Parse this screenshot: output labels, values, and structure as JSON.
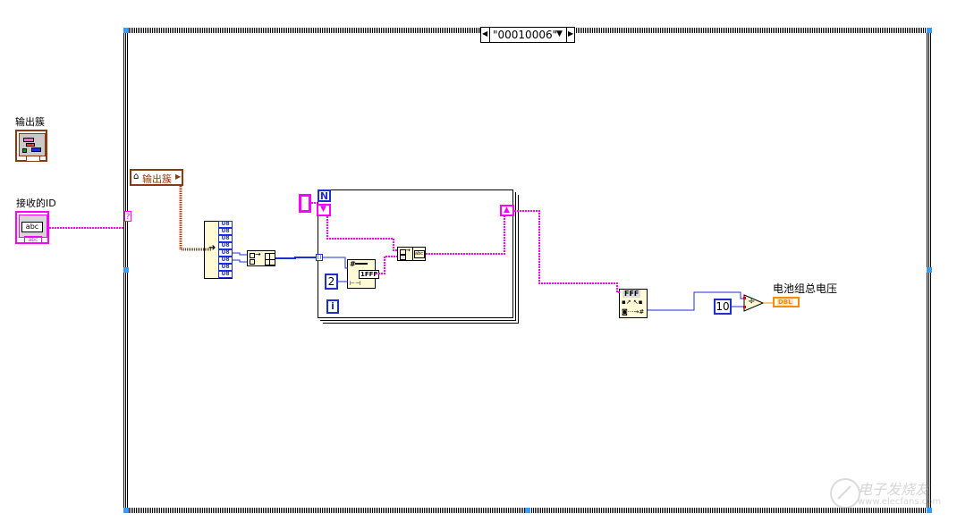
{
  "controls": {
    "cluster_label": "输出簇",
    "id_label": "接收的ID",
    "id_value": "abc",
    "id_type": "abc"
  },
  "case_structure": {
    "selector_value": "\"00010006\"",
    "selector_terminal": "?"
  },
  "unbundle_node": {
    "label": "输出簇"
  },
  "index_array": {
    "elements": [
      "U8",
      "U8",
      "U8",
      "U8",
      "U8",
      "U8",
      "U8",
      "U8"
    ]
  },
  "for_loop": {
    "count_terminal": "N",
    "iteration_terminal": "i",
    "constant_2": "2",
    "hex_display": "1FFF"
  },
  "scan_node": {
    "label": "FFF"
  },
  "divide": {
    "constant_10": "10",
    "operator": "÷"
  },
  "indicator": {
    "label": "电池组总电压",
    "type": "DBL"
  },
  "watermark": {
    "text_cn": "电子发烧友",
    "text_url": "www.elecfans.com"
  },
  "colors": {
    "string_wire": "#ff00ff",
    "cluster_wire": "#8b3a0f",
    "numeric_wire": "#1d2fd0",
    "dbl_wire": "#ff8c00",
    "handle": "#3b9cf5"
  }
}
